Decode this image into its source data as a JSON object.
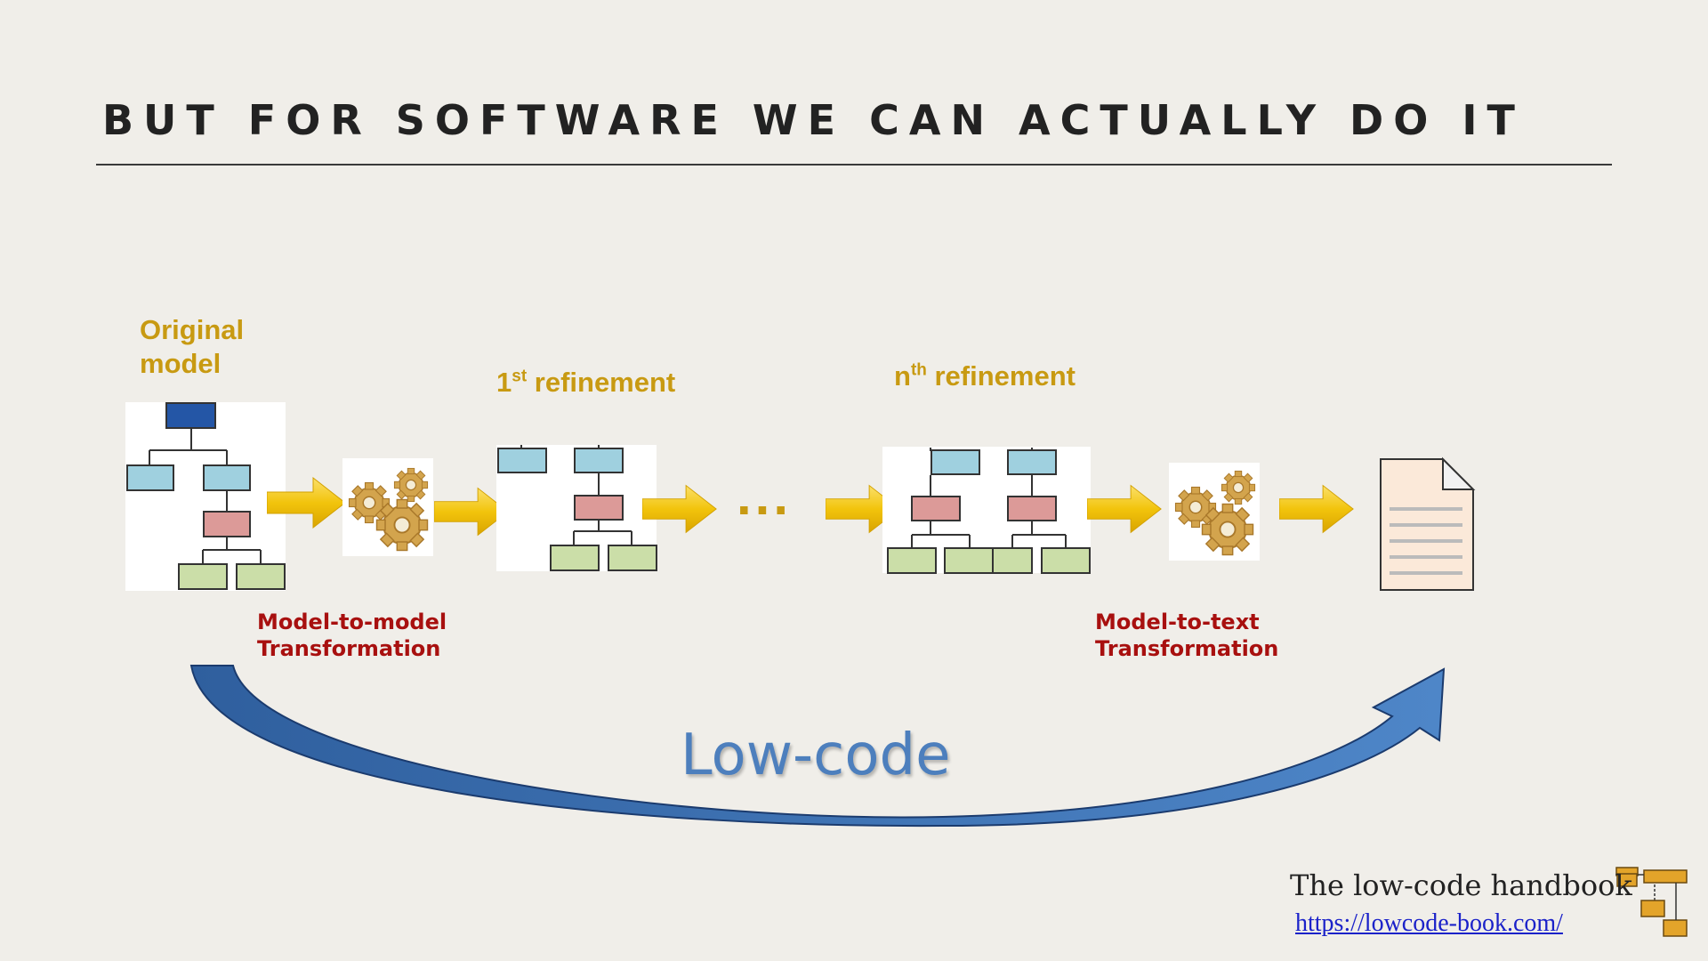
{
  "slide": {
    "title": "BUT FOR SOFTWARE WE CAN ACTUALLY DO IT"
  },
  "stages": {
    "original": {
      "line1": "Original",
      "line2": "model"
    },
    "first": {
      "num": "1",
      "sup": "st",
      "text": " refinement"
    },
    "nth": {
      "num": "n",
      "sup": "th",
      "text": " refinement"
    },
    "ellipsis": "..."
  },
  "transformations": {
    "m2m": {
      "line1": "Model-to-model",
      "line2": "Transformation"
    },
    "m2t": {
      "line1": "Model-to-text",
      "line2": "Transformation"
    }
  },
  "arc_label": "Low-code",
  "footer": {
    "book_title": "The low-code handbook",
    "url": "https://lowcode-book.com/"
  },
  "colors": {
    "background": "#f0eee9",
    "gold": "#c89a12",
    "red": "#a8100f",
    "arc_blue": "#4d7fbd",
    "box_dark_blue": "#2456a6",
    "box_light_blue": "#9fd0df",
    "box_red": "#dc9a98",
    "box_green": "#cbdea8",
    "arrow_yellow": "#f2c40c",
    "gear": "#d3a44d"
  },
  "icons": [
    "gears-icon",
    "document-icon",
    "book-logo-icon"
  ]
}
